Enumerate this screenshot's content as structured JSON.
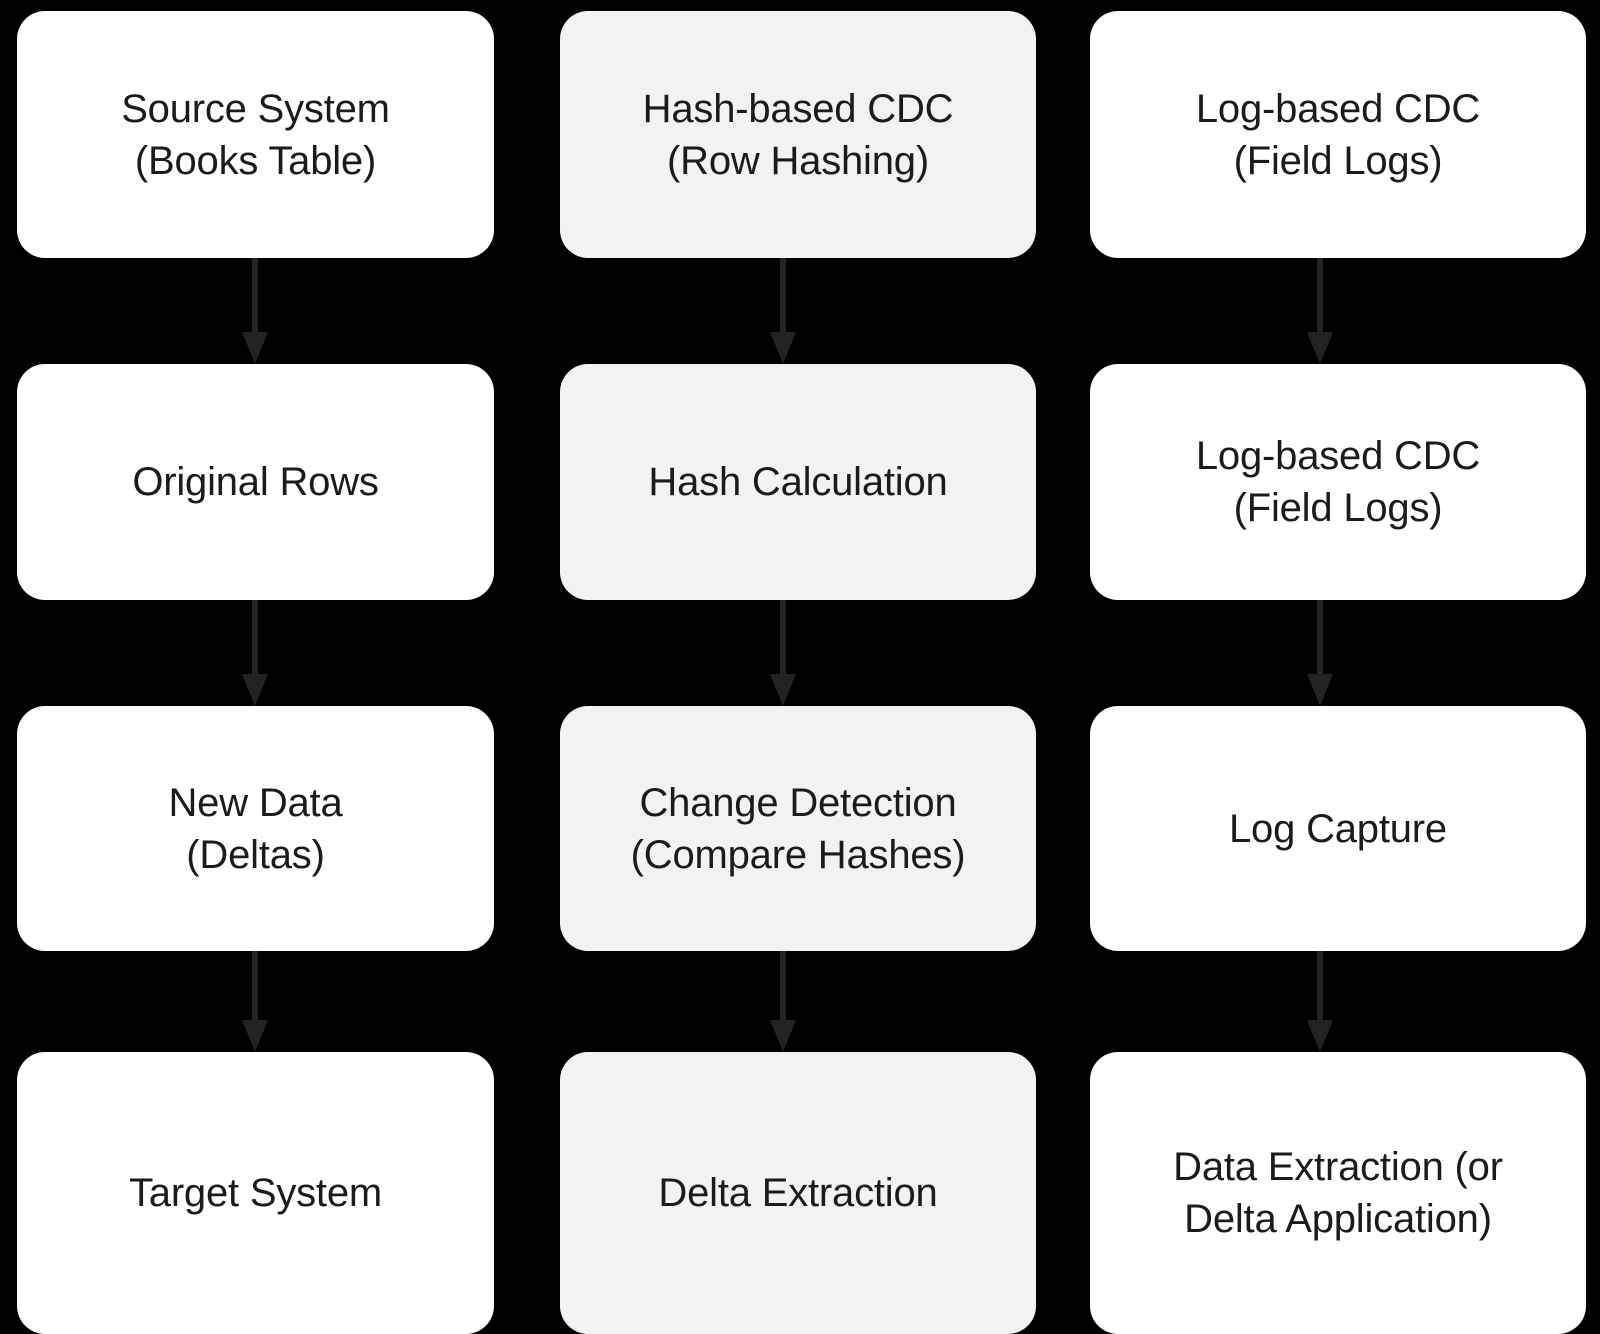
{
  "diagram": {
    "type": "flowchart",
    "background_color": "#000000",
    "node_fill_white": "#ffffff",
    "node_fill_gray": "#f2f2f2",
    "node_text_color": "#1b1b1b",
    "arrow_color": "#232323",
    "columns": [
      {
        "id": "column-source-target",
        "nodes": [
          {
            "id": "source-system",
            "label": "Source System\n(Books Table)",
            "fill": "white"
          },
          {
            "id": "original-rows",
            "label": "Original Rows",
            "fill": "white"
          },
          {
            "id": "new-data",
            "label": "New Data\n(Deltas)",
            "fill": "white"
          },
          {
            "id": "target-system",
            "label": "Target System",
            "fill": "white"
          }
        ]
      },
      {
        "id": "column-hash-cdc",
        "nodes": [
          {
            "id": "hash-based-cdc",
            "label": "Hash-based CDC\n(Row Hashing)",
            "fill": "gray"
          },
          {
            "id": "hash-calculation",
            "label": "Hash Calculation",
            "fill": "gray"
          },
          {
            "id": "change-detection",
            "label": "Change Detection\n(Compare Hashes)",
            "fill": "gray"
          },
          {
            "id": "delta-extraction",
            "label": "Delta Extraction",
            "fill": "gray"
          }
        ]
      },
      {
        "id": "column-log-cdc",
        "nodes": [
          {
            "id": "log-based-cdc",
            "label": "Log-based CDC\n(Field Logs)",
            "fill": "white"
          },
          {
            "id": "log-based-cdc-2",
            "label": "Log-based CDC\n(Field Logs)",
            "fill": "white"
          },
          {
            "id": "log-capture",
            "label": "Log Capture",
            "fill": "white"
          },
          {
            "id": "data-extraction",
            "label": "Data Extraction (or\nDelta Application)",
            "fill": "white"
          }
        ]
      }
    ],
    "edges": [
      {
        "id": "edge-source-to-original",
        "from": "source-system",
        "to": "original-rows"
      },
      {
        "id": "edge-original-to-newdata",
        "from": "original-rows",
        "to": "new-data"
      },
      {
        "id": "edge-newdata-to-target",
        "from": "new-data",
        "to": "target-system"
      },
      {
        "id": "edge-hashcdc-to-hashcalc",
        "from": "hash-based-cdc",
        "to": "hash-calculation"
      },
      {
        "id": "edge-hashcalc-to-change",
        "from": "hash-calculation",
        "to": "change-detection"
      },
      {
        "id": "edge-change-to-delta",
        "from": "change-detection",
        "to": "delta-extraction"
      },
      {
        "id": "edge-logcdc-to-logcdc2",
        "from": "log-based-cdc",
        "to": "log-based-cdc-2"
      },
      {
        "id": "edge-logcdc2-to-capture",
        "from": "log-based-cdc-2",
        "to": "log-capture"
      },
      {
        "id": "edge-capture-to-extraction",
        "from": "log-capture",
        "to": "data-extraction"
      }
    ]
  }
}
